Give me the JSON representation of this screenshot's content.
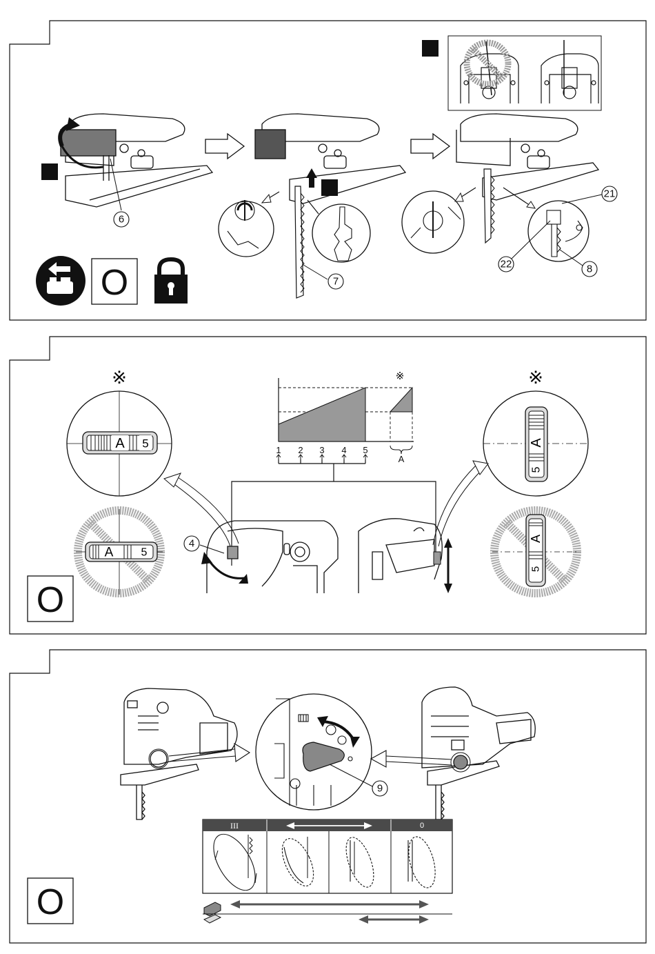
{
  "panel1": {
    "callouts": {
      "c6": "6",
      "c7": "7",
      "c8": "8",
      "c21": "21",
      "c22": "22"
    },
    "mode_box": "O",
    "icons": [
      "battery-removal-icon",
      "lock-icon"
    ]
  },
  "panel2": {
    "note_mark_left": "※",
    "note_mark_right": "※",
    "note_mark_chart": "※",
    "dial_left": {
      "letter": "A",
      "number": "5"
    },
    "dial_left_wrong": {
      "letter": "A",
      "number": "5"
    },
    "dial_right": {
      "letter": "A",
      "number": "5"
    },
    "dial_right_wrong": {
      "letter": "A",
      "number": "5"
    },
    "callout_4": "4",
    "mode_box": "O",
    "chart_data": {
      "type": "area",
      "categories": [
        "1",
        "2",
        "3",
        "4",
        "5",
        "A"
      ]
    }
  },
  "panel3": {
    "callout_9": "9",
    "mode_box": "O",
    "table_header": {
      "left": "III",
      "right": "0"
    }
  }
}
